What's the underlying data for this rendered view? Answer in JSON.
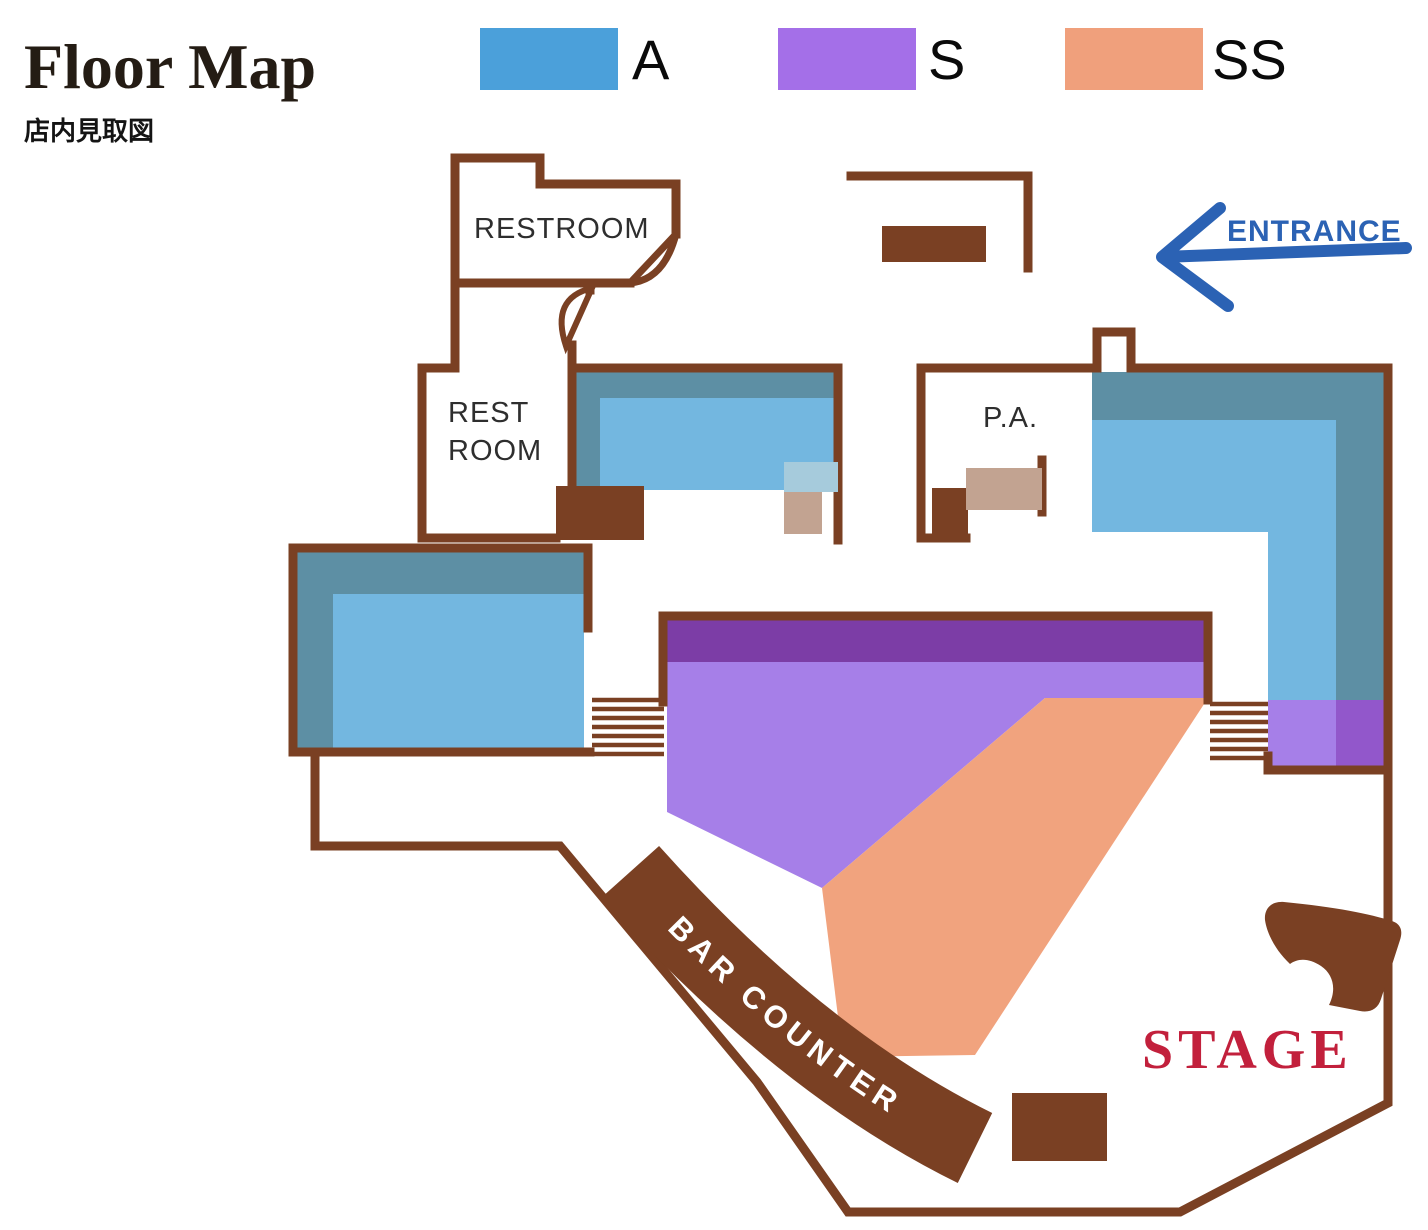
{
  "header": {
    "title": "Floor Map",
    "subtitle": "店内見取図"
  },
  "legend": [
    {
      "label": "A",
      "color": "#4ba0da"
    },
    {
      "label": "S",
      "color": "#a46fe8"
    },
    {
      "label": "SS",
      "color": "#f0a07c"
    }
  ],
  "map": {
    "labels": {
      "restroom": "RESTROOM",
      "rest": "REST",
      "room": "ROOM",
      "pa": "P.A.",
      "entrance": "ENTRANCE",
      "bar_counter": "BAR COUNTER",
      "stage": "STAGE"
    },
    "colors": {
      "wall": "#7a4023",
      "seat_a_light": "#73b7e0",
      "seat_a_dark": "#5d8fa4",
      "seat_s_light": "#a67fe8",
      "seat_s_dark": "#7c3da6",
      "seat_s_mid": "#9257cb",
      "seat_ss": "#f1a37e",
      "fixture_tan": "#c2a391",
      "fixture_blue": "#a6cbdc",
      "entrance_blue": "#2b62b4",
      "stage_red": "#c2203c",
      "text_dark": "#2e2e2e"
    }
  }
}
